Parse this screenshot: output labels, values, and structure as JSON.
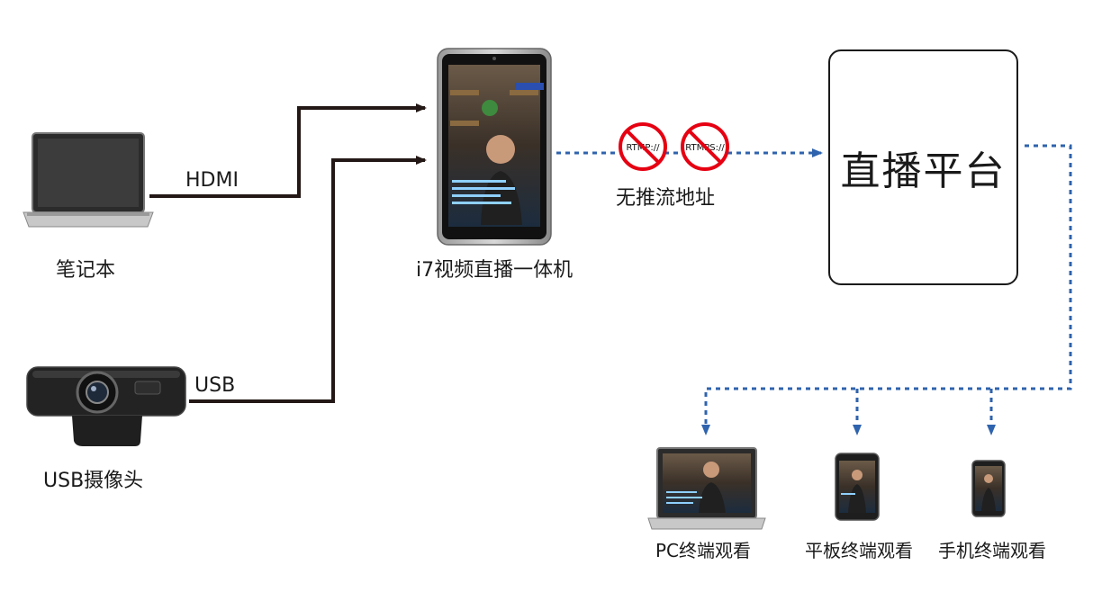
{
  "nodes": {
    "laptop": {
      "label": "笔记本"
    },
    "usb_camera": {
      "label": "USB摄像头"
    },
    "device": {
      "label": "i7视频直播一体机"
    },
    "platform": {
      "label": "直播平台"
    },
    "pc_view": {
      "label": "PC终端观看"
    },
    "tablet_view": {
      "label": "平板终端观看"
    },
    "phone_view": {
      "label": "手机终端观看"
    }
  },
  "edges": {
    "hdmi": {
      "label": "HDMI"
    },
    "usb": {
      "label": "USB"
    },
    "no_push": {
      "label": "无推流地址"
    }
  },
  "no_signs": [
    {
      "text": "RTMP://"
    },
    {
      "text": "RTMPS://"
    }
  ],
  "colors": {
    "solid_line": "#231815",
    "dotted_line": "#2f63ad",
    "prohibit": "#e60012"
  }
}
